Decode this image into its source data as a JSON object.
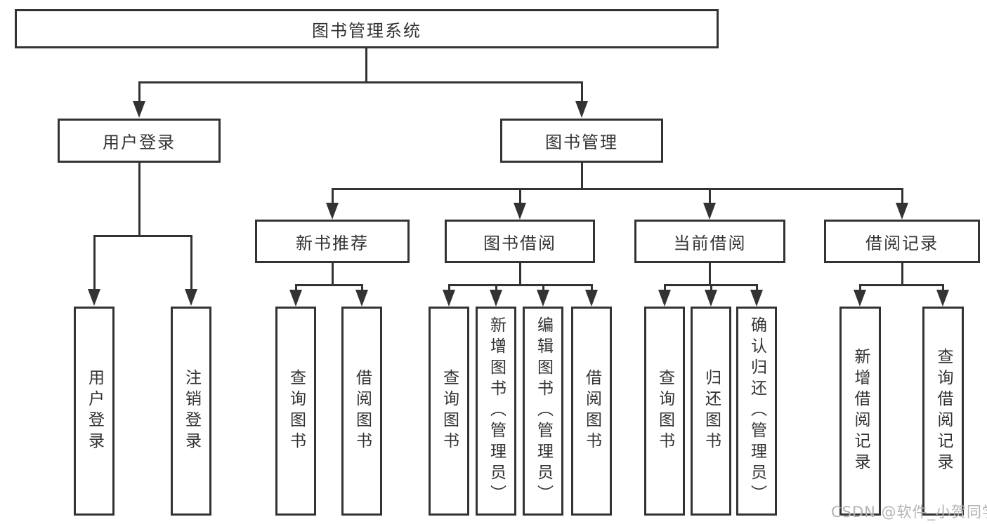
{
  "diagram_type": "hierarchy",
  "tree": {
    "label": "图书管理系统",
    "children": [
      {
        "label": "用户登录",
        "children": [
          {
            "label": "用户登录"
          },
          {
            "label": "注销登录"
          }
        ]
      },
      {
        "label": "图书管理",
        "children": [
          {
            "label": "新书推荐",
            "children": [
              {
                "label": "查询图书"
              },
              {
                "label": "借阅图书"
              }
            ]
          },
          {
            "label": "图书借阅",
            "children": [
              {
                "label": "查询图书"
              },
              {
                "label": "新增图书（管理员）"
              },
              {
                "label": "编辑图书（管理员）"
              },
              {
                "label": "借阅图书"
              }
            ]
          },
          {
            "label": "当前借阅",
            "children": [
              {
                "label": "查询图书"
              },
              {
                "label": "归还图书"
              },
              {
                "label": "确认归还（管理员）"
              }
            ]
          },
          {
            "label": "借阅记录",
            "children": [
              {
                "label": "新增借阅记录"
              },
              {
                "label": "查询借阅记录"
              }
            ]
          }
        ]
      }
    ]
  },
  "watermark": {
    "text": "CSDN @软件_小贺同学"
  },
  "colors": {
    "line": "#333333",
    "text": "#333333",
    "background": "#ffffff",
    "watermark": "#b3b3b3"
  }
}
